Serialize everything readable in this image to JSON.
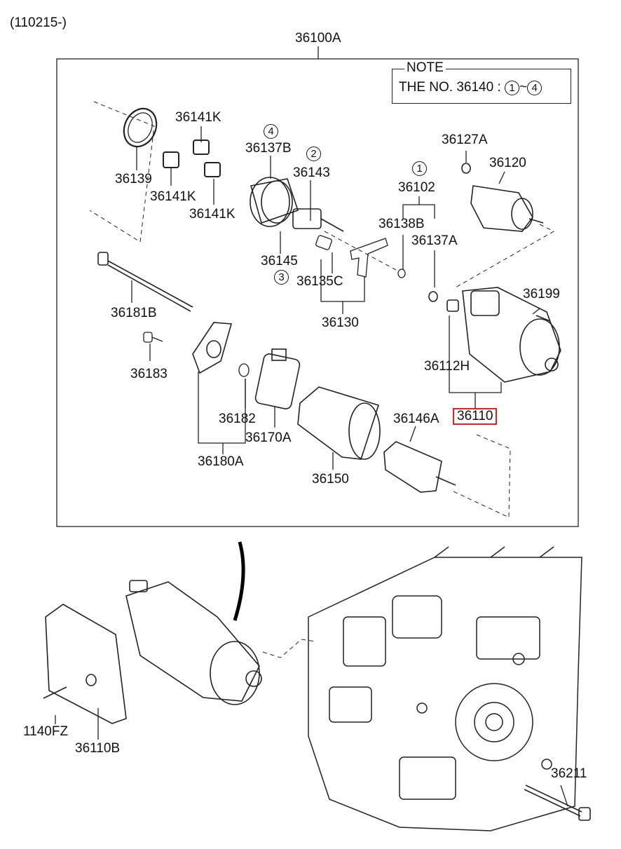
{
  "header": {
    "serial": "(110215-)"
  },
  "assembly": {
    "main": "36100A"
  },
  "note": {
    "title": "NOTE",
    "prefix": "THE NO. 36140 :",
    "start": "1",
    "sep": "~",
    "end": "4"
  },
  "parts": {
    "p36141k_a": "36141K",
    "p36137b": "36137B",
    "p36127a": "36127A",
    "p36120": "36120",
    "p36143": "36143",
    "p36102": "36102",
    "p36139": "36139",
    "p36141k_b": "36141K",
    "p36141k_c": "36141K",
    "p36138b": "36138B",
    "p36137a": "36137A",
    "p36145": "36145",
    "p36135c": "36135C",
    "p36181b": "36181B",
    "p36199": "36199",
    "p36130": "36130",
    "p36183": "36183",
    "p36112h": "36112H",
    "p36182": "36182",
    "p36146a": "36146A",
    "p36110": "36110",
    "p36170a": "36170A",
    "p36180a": "36180A",
    "p36150": "36150",
    "p1140fz": "1140FZ",
    "p36110b": "36110B",
    "p36211": "36211"
  },
  "markers": {
    "m4": "4",
    "m2": "2",
    "m1": "1",
    "m3": "3"
  },
  "colors": {
    "highlight": "#e02020",
    "line": "#222222"
  }
}
